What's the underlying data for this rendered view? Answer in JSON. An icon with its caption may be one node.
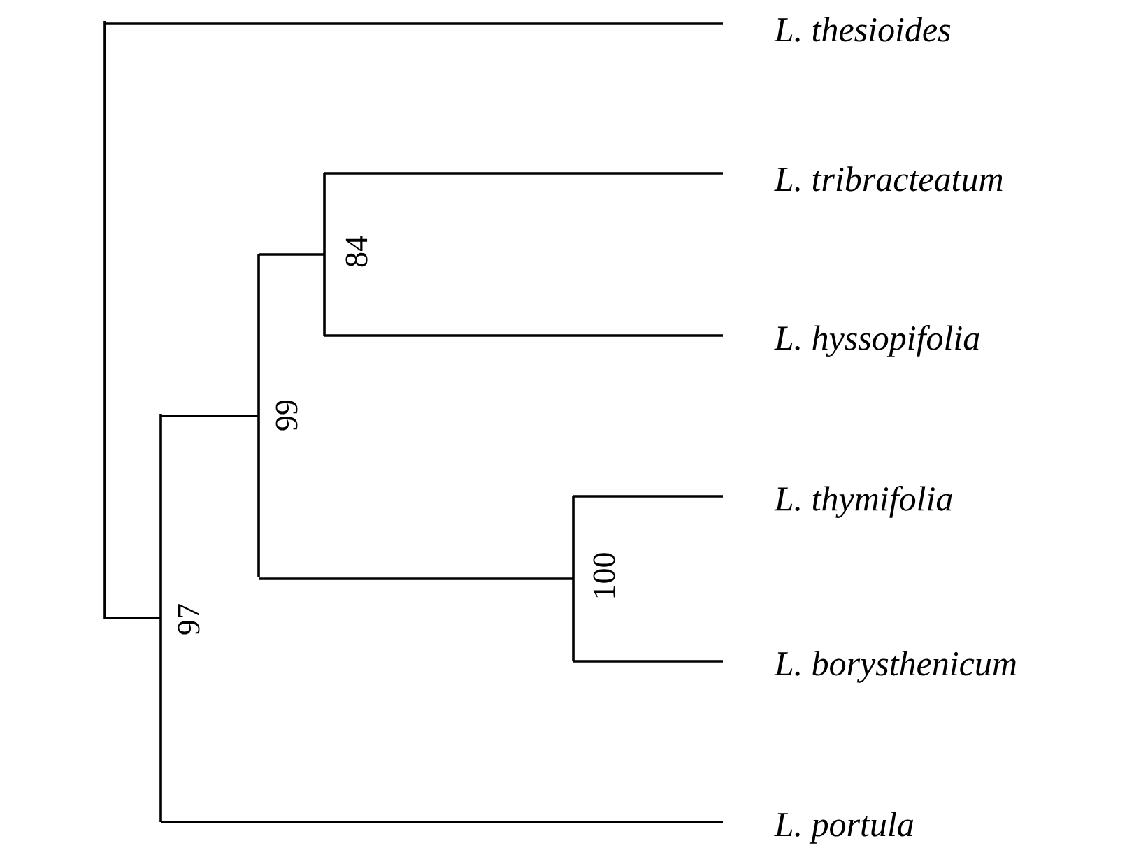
{
  "diagram": {
    "nodes": [
      {
        "text": [],
        "shape": "bar"
      },
      {
        "text": [
          "L. thesioides"
        ]
      },
      {
        "text": [],
        "shape": "bar",
        "beside": [
          "97"
        ]
      },
      {
        "text": [],
        "shape": "bar",
        "beside": [
          "99"
        ]
      },
      {
        "text": [],
        "shape": "bar",
        "beside": [
          "84"
        ]
      },
      {
        "text": [
          "L. tribracteatum"
        ]
      },
      {
        "text": [
          "L. hyssopifolia"
        ]
      },
      {
        "text": [],
        "shape": "bar",
        "beside": [
          "100"
        ]
      },
      {
        "text": [
          "L. thymifolia"
        ]
      },
      {
        "text": [
          "L. borysthenicum"
        ]
      },
      {
        "text": [
          "L. portula"
        ]
      }
    ],
    "edges": [
      {
        "from": 0,
        "to": 1,
        "arrow": "none"
      },
      {
        "from": 0,
        "to": 2,
        "arrow": "none"
      },
      {
        "from": 2,
        "to": 3,
        "arrow": "none"
      },
      {
        "from": 3,
        "to": 4,
        "arrow": "none"
      },
      {
        "from": 4,
        "to": 5,
        "arrow": "none"
      },
      {
        "from": 4,
        "to": 6,
        "arrow": "none"
      },
      {
        "from": 3,
        "to": 7,
        "arrow": "none"
      },
      {
        "from": 7,
        "to": 8,
        "arrow": "none"
      },
      {
        "from": 7,
        "to": 9,
        "arrow": "none"
      },
      {
        "from": 2,
        "to": 10,
        "arrow": "none"
      }
    ]
  }
}
